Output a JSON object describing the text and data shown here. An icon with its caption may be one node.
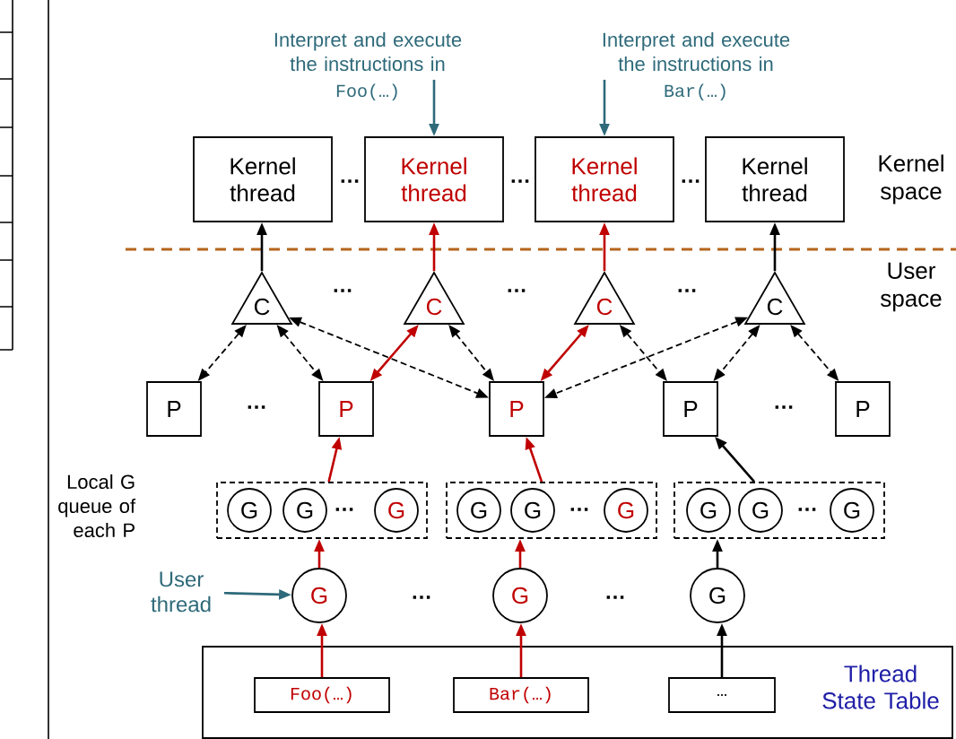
{
  "diagram": {
    "nodes": [
      {
        "text": [
          "Interpret and execute the instructions in",
          "Foo(…)"
        ]
      },
      {
        "text": [
          "Interpret and execute the instructions in",
          "Bar(…)"
        ]
      },
      {
        "text": [
          "Kernel thread"
        ]
      },
      {
        "text": [
          "Kernel thread"
        ]
      },
      {
        "text": [
          "Kernel thread"
        ]
      },
      {
        "text": [
          "Kernel thread"
        ]
      },
      {
        "text": [
          "C"
        ]
      },
      {
        "text": [
          "C"
        ]
      },
      {
        "text": [
          "C"
        ]
      },
      {
        "text": [
          "C"
        ]
      },
      {
        "text": [
          "P"
        ]
      },
      {
        "text": [
          "P"
        ]
      },
      {
        "text": [
          "P"
        ]
      },
      {
        "text": [
          "P"
        ]
      },
      {
        "text": [
          "P"
        ]
      },
      {
        "text": [],
        "shape": "box"
      },
      {
        "text": [
          "G"
        ],
        "in": 15
      },
      {
        "text": [
          "G"
        ],
        "in": 15
      },
      {
        "text": [
          "G"
        ],
        "in": 15
      },
      {
        "text": [],
        "shape": "box"
      },
      {
        "text": [
          "G"
        ],
        "in": 19
      },
      {
        "text": [
          "G"
        ],
        "in": 19
      },
      {
        "text": [
          "G"
        ],
        "in": 19
      },
      {
        "text": [],
        "shape": "box"
      },
      {
        "text": [
          "G"
        ],
        "in": 23
      },
      {
        "text": [
          "G"
        ],
        "in": 23
      },
      {
        "text": [
          "G"
        ],
        "in": 23
      },
      {
        "text": [
          "User thread"
        ]
      },
      {
        "text": [
          "G"
        ]
      },
      {
        "text": [
          "G"
        ]
      },
      {
        "text": [
          "G"
        ]
      },
      {
        "text": [
          "Thread State Table"
        ]
      },
      {
        "text": [
          "Foo(…)"
        ],
        "in": 31
      },
      {
        "text": [
          "Bar(…)"
        ],
        "in": 31
      },
      {
        "text": [
          "…"
        ],
        "in": 31
      }
    ],
    "edges": [
      {
        "from": 0,
        "to": 3,
        "arrow": "to",
        "color": "#2e6a7a"
      },
      {
        "from": 1,
        "to": 4,
        "arrow": "to",
        "color": "#2e6a7a"
      },
      {
        "from": 6,
        "to": 2,
        "arrow": "to"
      },
      {
        "from": 7,
        "to": 3,
        "arrow": "to",
        "color": "#c00000"
      },
      {
        "from": 8,
        "to": 4,
        "arrow": "to",
        "color": "#c00000"
      },
      {
        "from": 9,
        "to": 5,
        "arrow": "to"
      },
      {
        "from": 6,
        "to": 10,
        "arrow": "both",
        "style": "dashed"
      },
      {
        "from": 6,
        "to": 11,
        "arrow": "both",
        "style": "dashed"
      },
      {
        "from": 6,
        "to": 12,
        "arrow": "both",
        "style": "dashed"
      },
      {
        "from": 7,
        "to": 11,
        "arrow": "both",
        "color": "#c00000"
      },
      {
        "from": 7,
        "to": 12,
        "arrow": "both",
        "style": "dashed"
      },
      {
        "from": 8,
        "to": 12,
        "arrow": "both",
        "color": "#c00000"
      },
      {
        "from": 8,
        "to": 13,
        "arrow": "both",
        "style": "dashed"
      },
      {
        "from": 9,
        "to": 12,
        "arrow": "both",
        "style": "dashed"
      },
      {
        "from": 9,
        "to": 13,
        "arrow": "both",
        "style": "dashed"
      },
      {
        "from": 9,
        "to": 14,
        "arrow": "both",
        "style": "dashed"
      },
      {
        "from": 15,
        "to": 11,
        "arrow": "to",
        "color": "#c00000"
      },
      {
        "from": 19,
        "to": 12,
        "arrow": "to",
        "color": "#c00000"
      },
      {
        "from": 23,
        "to": 13,
        "arrow": "to"
      },
      {
        "from": 28,
        "to": 15,
        "arrow": "to",
        "color": "#c00000"
      },
      {
        "from": 29,
        "to": 19,
        "arrow": "to",
        "color": "#c00000"
      },
      {
        "from": 30,
        "to": 23,
        "arrow": "to"
      },
      {
        "from": 27,
        "to": 28,
        "arrow": "to",
        "color": "#2e6a7a"
      },
      {
        "from": 32,
        "to": 28,
        "arrow": "to",
        "color": "#c00000"
      },
      {
        "from": 33,
        "to": 29,
        "arrow": "to",
        "color": "#c00000"
      },
      {
        "from": 34,
        "to": 30,
        "arrow": "to"
      }
    ],
    "labels": [
      "…",
      "…",
      "…",
      "Kernel space",
      "…",
      "…",
      "…",
      "User space",
      "…",
      "…",
      "Local G queue of each P",
      "…",
      "…",
      "…",
      "…",
      "…"
    ]
  }
}
